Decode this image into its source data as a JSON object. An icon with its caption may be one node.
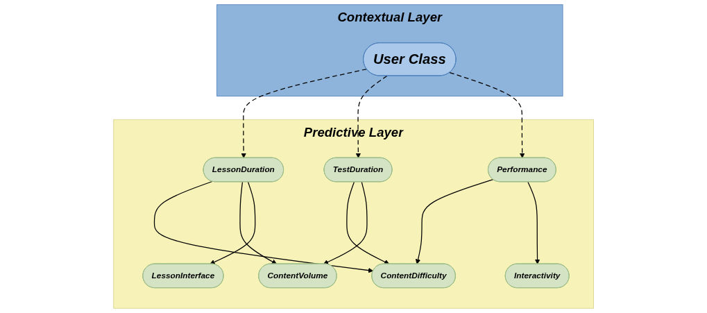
{
  "diagram": {
    "nodes": [
      {
        "text": [
          "Contextual Layer"
        ]
      },
      {
        "text": [
          "User Class"
        ],
        "in": 0
      },
      {
        "text": [
          "Predictive Layer"
        ]
      },
      {
        "text": [
          "LessonDuration"
        ],
        "in": 2
      },
      {
        "text": [
          "TestDuration"
        ],
        "in": 2
      },
      {
        "text": [
          "Performance"
        ],
        "in": 2
      },
      {
        "text": [
          "ContentDifficulty"
        ],
        "in": 2
      },
      {
        "text": [
          "ContentVolume"
        ],
        "in": 2
      },
      {
        "text": [
          "Interactivity"
        ],
        "in": 2
      },
      {
        "text": [
          "LessonInterface"
        ],
        "in": 2
      }
    ],
    "edges": [
      {
        "from": 1,
        "to": 3,
        "arrow": "to",
        "style": "dashed"
      },
      {
        "from": 1,
        "to": 4,
        "arrow": "to",
        "style": "dashed"
      },
      {
        "from": 1,
        "to": 5,
        "arrow": "to",
        "style": "dashed"
      },
      {
        "from": 3,
        "to": 6,
        "arrow": "to"
      },
      {
        "from": 3,
        "to": 7,
        "arrow": "to"
      },
      {
        "from": 3,
        "to": 9,
        "arrow": "to"
      },
      {
        "from": 4,
        "to": 6,
        "arrow": "to"
      },
      {
        "from": 4,
        "to": 7,
        "arrow": "to"
      },
      {
        "from": 5,
        "to": 6,
        "arrow": "to"
      },
      {
        "from": 5,
        "to": 8,
        "arrow": "to"
      }
    ]
  }
}
